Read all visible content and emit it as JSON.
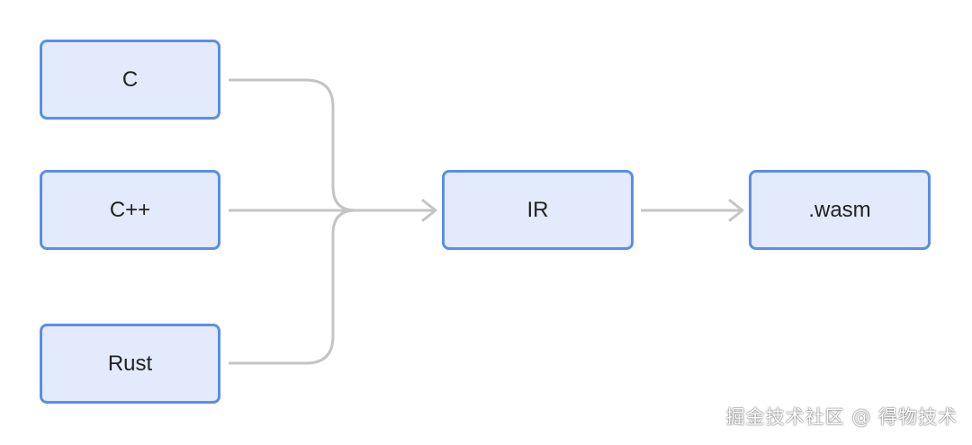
{
  "nodes": {
    "c": "C",
    "cpp": "C++",
    "rust": "Rust",
    "ir": "IR",
    "wasm": ".wasm"
  },
  "watermark": "掘金技术社区 @ 得物技术",
  "colors": {
    "node_fill": "#e3eafb",
    "node_border": "#5b8ee6",
    "connector": "#c4c4c4"
  },
  "edges": [
    {
      "from": "c",
      "to": "ir"
    },
    {
      "from": "cpp",
      "to": "ir"
    },
    {
      "from": "rust",
      "to": "ir"
    },
    {
      "from": "ir",
      "to": "wasm"
    }
  ]
}
